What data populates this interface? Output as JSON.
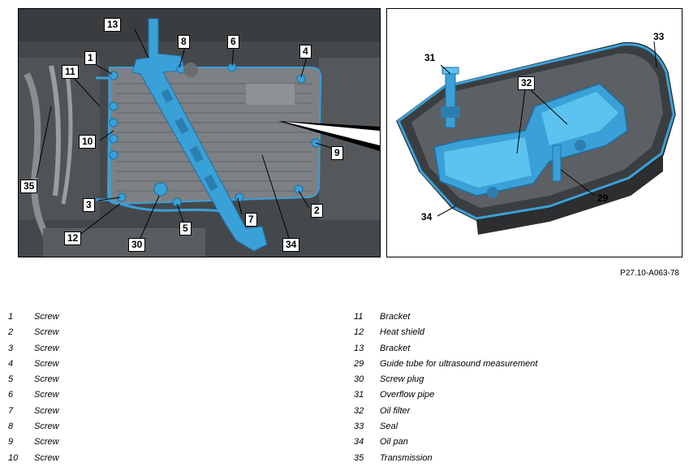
{
  "figure_id": "P27.10-A063-78",
  "left_callouts": [
    "13",
    "8",
    "6",
    "4",
    "1",
    "11",
    "10",
    "9",
    "35",
    "3",
    "2",
    "12",
    "30",
    "5",
    "7",
    "34"
  ],
  "right_callouts": [
    "33",
    "31",
    "32",
    "29",
    "34"
  ],
  "legend_left": [
    {
      "num": "1",
      "text": "Screw"
    },
    {
      "num": "2",
      "text": "Screw"
    },
    {
      "num": "3",
      "text": "Screw"
    },
    {
      "num": "4",
      "text": "Screw"
    },
    {
      "num": "5",
      "text": "Screw"
    },
    {
      "num": "6",
      "text": "Screw"
    },
    {
      "num": "7",
      "text": "Screw"
    },
    {
      "num": "8",
      "text": "Screw"
    },
    {
      "num": "9",
      "text": "Screw"
    },
    {
      "num": "10",
      "text": "Screw"
    }
  ],
  "legend_right": [
    {
      "num": "11",
      "text": "Bracket"
    },
    {
      "num": "12",
      "text": "Heat shield"
    },
    {
      "num": "13",
      "text": "Bracket"
    },
    {
      "num": "29",
      "text": "Guide tube for ultrasound measurement"
    },
    {
      "num": "30",
      "text": "Screw plug"
    },
    {
      "num": "31",
      "text": "Overflow pipe"
    },
    {
      "num": "32",
      "text": "Oil filter"
    },
    {
      "num": "33",
      "text": "Seal"
    },
    {
      "num": "34",
      "text": "Oil pan"
    },
    {
      "num": "35",
      "text": "Transmission"
    }
  ],
  "colors": {
    "highlight": "#3aa0d8",
    "highlight_light": "#5cc3f0",
    "underbody": "#4a4d50",
    "pan": "#7d8084",
    "pan_rib": "#6a6d70"
  }
}
